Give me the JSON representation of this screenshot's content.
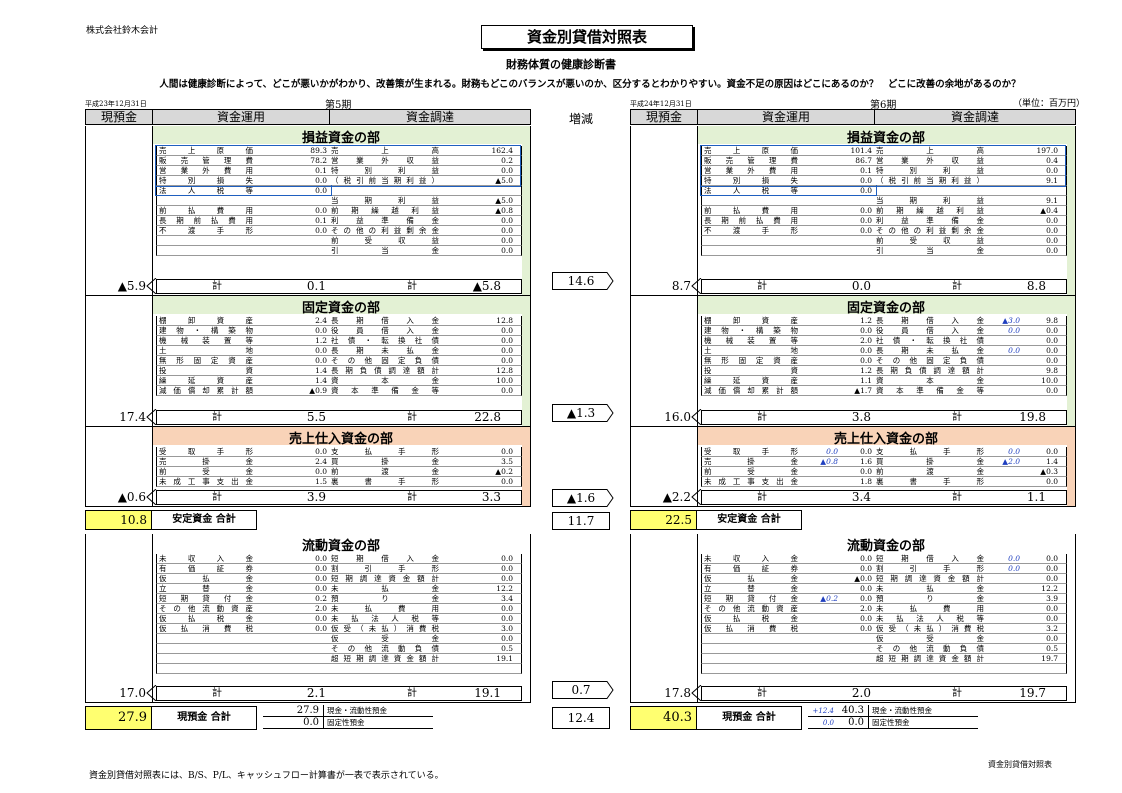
{
  "company": "株式会社鈴木会計",
  "title": "資金別貸借対照表",
  "subtitle": "財務体質の健康診断書",
  "intro": "人間は健康診断によって、どこが悪いかがわかり、改善策が生まれる。財務もどこのバランスが悪いのか、区分するとわかりやすい。資金不足の原因はどこにあるのか？　どこに改善の余地があるのか？",
  "footer_note": "資金別貸借対照表には、B/S、P/L、キャッシュフロー計算書が一表で表示されている。",
  "footer_right": "資金別貸借対照表",
  "unit": "（単位：百万円）",
  "headers": {
    "cash": "現預金",
    "use": "資金運用",
    "source": "資金調達",
    "change": "増減"
  },
  "sections": {
    "pl": "損益資金の部",
    "fixed": "固定資金の部",
    "sales": "売上仕入資金の部",
    "current": "流動資金の部"
  },
  "stable_label": "安定資金 合計",
  "cash_label": "現預金 合計",
  "calc": "計",
  "cash_summary_labels": [
    "現金・流動性預金",
    "固定性預金"
  ],
  "changes": {
    "pl": "14.6",
    "fixed": "▲1.3",
    "sales": "▲1.6",
    "stable": "11.7",
    "current": "0.7",
    "cash": "12.4"
  },
  "left": {
    "date": "平成23年12月31日",
    "period": "第5期",
    "pl_use": [
      [
        "売上原価",
        "89.3"
      ],
      [
        "販売管理費",
        "78.2"
      ],
      [
        "営業外費用",
        "0.1"
      ],
      [
        "特別損失",
        "0.0"
      ],
      [
        "法人税等",
        "0.0"
      ],
      [
        "",
        ""
      ],
      [
        "前払費用",
        "0.0"
      ],
      [
        "長期前払費用",
        "0.1"
      ],
      [
        "不渡手形",
        "0.0"
      ],
      [
        "",
        ""
      ],
      [
        "",
        ""
      ]
    ],
    "pl_src": [
      [
        "売上高",
        "162.4"
      ],
      [
        "営業外収益",
        "0.2"
      ],
      [
        "特別利益",
        "0.0"
      ],
      [
        "（税引前当期利益）",
        "▲5.0"
      ],
      [
        "",
        ""
      ],
      [
        "当期利益",
        "▲5.0"
      ],
      [
        "前期繰越利益",
        "▲0.8"
      ],
      [
        "利益準備金",
        "0.0"
      ],
      [
        "その他の利益剰余金",
        "0.0"
      ],
      [
        "前受収益",
        "0.0"
      ],
      [
        "引当金",
        "0.0"
      ]
    ],
    "pl_tot": {
      "cash": "▲5.9",
      "use": "0.1",
      "src": "▲5.8"
    },
    "fx_use": [
      [
        "棚卸資産",
        "2.4"
      ],
      [
        "建物・構築物",
        "0.0"
      ],
      [
        "機械装置等",
        "1.2"
      ],
      [
        "土地",
        "0.0"
      ],
      [
        "無形固定資産",
        "0.0"
      ],
      [
        "投資",
        "1.4"
      ],
      [
        "繰延資産",
        "1.4"
      ],
      [
        "減価償却累計額",
        "▲0.9"
      ]
    ],
    "fx_src": [
      [
        "長期借入金",
        "12.8"
      ],
      [
        "役員借入金",
        "0.0"
      ],
      [
        "社債・転換社債",
        "0.0"
      ],
      [
        "長期未払金",
        "0.0"
      ],
      [
        "その他固定負債",
        "0.0"
      ],
      [
        "長期負債調達額計",
        "12.8"
      ],
      [
        "資本金",
        "10.0"
      ],
      [
        "資本準備金等",
        "0.0"
      ]
    ],
    "fx_tot": {
      "cash": "17.4",
      "use": "5.5",
      "src": "22.8"
    },
    "sl_use": [
      [
        "受取手形",
        "0.0"
      ],
      [
        "売掛金",
        "2.4"
      ],
      [
        "前受金",
        "0.0"
      ],
      [
        "未成工事支出金",
        "1.5"
      ]
    ],
    "sl_src": [
      [
        "支払手形",
        "0.0"
      ],
      [
        "買掛金",
        "3.5"
      ],
      [
        "前渡金",
        "▲0.2"
      ],
      [
        "裏書手形",
        "0.0"
      ]
    ],
    "sl_tot": {
      "cash": "▲0.6",
      "use": "3.9",
      "src": "3.3"
    },
    "stable": "10.8",
    "cu_use": [
      [
        "未収入金",
        "0.0"
      ],
      [
        "有価証券",
        "0.0"
      ],
      [
        "仮払金",
        "0.0"
      ],
      [
        "立替金",
        "0.0"
      ],
      [
        "短期貸付金",
        "0.2"
      ],
      [
        "その他流動資産",
        "2.0"
      ],
      [
        "仮払税金",
        "0.0"
      ],
      [
        "仮払消費税",
        "0.0"
      ],
      [
        "",
        ""
      ],
      [
        "",
        ""
      ],
      [
        "",
        ""
      ],
      [
        "",
        ""
      ]
    ],
    "cu_src": [
      [
        "短期借入金",
        "0.0"
      ],
      [
        "割引手形",
        "0.0"
      ],
      [
        "短期調達資金額計",
        "0.0"
      ],
      [
        "未払金",
        "12.2"
      ],
      [
        "預り金",
        "3.4"
      ],
      [
        "未払費用",
        "0.0"
      ],
      [
        "未払法人税等",
        "0.0"
      ],
      [
        "仮受（未払）消費税",
        "3.0"
      ],
      [
        "仮受金",
        "0.0"
      ],
      [
        "その他流動負債",
        "0.5"
      ],
      [
        "超短期調達資金額計",
        "19.1"
      ],
      [
        "",
        ""
      ]
    ],
    "cu_tot": {
      "cash": "17.0",
      "use": "2.1",
      "src": "19.1"
    },
    "cash_total": "27.9",
    "cash_vals": [
      "27.9",
      "0.0"
    ]
  },
  "right": {
    "date": "平成24年12月31日",
    "period": "第6期",
    "pl_use": [
      [
        "売上原価",
        "101.4"
      ],
      [
        "販売管理費",
        "86.7"
      ],
      [
        "営業外費用",
        "0.1"
      ],
      [
        "特別損失",
        "0.0"
      ],
      [
        "法人税等",
        "0.0"
      ],
      [
        "",
        ""
      ],
      [
        "前払費用",
        "0.0"
      ],
      [
        "長期前払費用",
        "0.0"
      ],
      [
        "不渡手形",
        "0.0"
      ],
      [
        "",
        ""
      ],
      [
        "",
        ""
      ]
    ],
    "pl_src": [
      [
        "売上高",
        "197.0"
      ],
      [
        "営業外収益",
        "0.4"
      ],
      [
        "特別利益",
        "0.0"
      ],
      [
        "（税引前当期利益）",
        "9.1"
      ],
      [
        "",
        ""
      ],
      [
        "当期利益",
        "9.1"
      ],
      [
        "前期繰越利益",
        "▲0.4"
      ],
      [
        "利益準備金",
        "0.0"
      ],
      [
        "その他の利益剰余金",
        "0.0"
      ],
      [
        "前受収益",
        "0.0"
      ],
      [
        "引当金",
        "0.0"
      ]
    ],
    "pl_tot": {
      "cash": "8.7",
      "use": "0.0",
      "src": "8.8"
    },
    "fx_use": [
      [
        "棚卸資産",
        "1.2"
      ],
      [
        "建物・構築物",
        "0.0"
      ],
      [
        "機械装置等",
        "2.0"
      ],
      [
        "土地",
        "0.0"
      ],
      [
        "無形固定資産",
        "0.0"
      ],
      [
        "投資",
        "1.2"
      ],
      [
        "繰延資産",
        "1.1"
      ],
      [
        "減価償却累計額",
        "▲1.7"
      ]
    ],
    "fx_src": [
      [
        "長期借入金",
        "9.8"
      ],
      [
        "役員借入金",
        "0.0"
      ],
      [
        "社債・転換社債",
        "0.0"
      ],
      [
        "長期未払金",
        "0.0"
      ],
      [
        "その他固定負債",
        "0.0"
      ],
      [
        "長期負債調達額計",
        "9.8"
      ],
      [
        "資本金",
        "10.0"
      ],
      [
        "資本準備金等",
        "0.0"
      ]
    ],
    "fx_src_note": [
      "▲3.0",
      "0.0",
      "",
      "0.0",
      "",
      "",
      "",
      ""
    ],
    "fx_tot": {
      "cash": "16.0",
      "use": "3.8",
      "src": "19.8"
    },
    "sl_use": [
      [
        "受取手形",
        "0.0"
      ],
      [
        "売掛金",
        "1.6"
      ],
      [
        "前受金",
        "0.0"
      ],
      [
        "未成工事支出金",
        "1.8"
      ]
    ],
    "sl_use_note": [
      "0.0",
      "▲0.8",
      "",
      ""
    ],
    "sl_src": [
      [
        "支払手形",
        "0.0"
      ],
      [
        "買掛金",
        "1.4"
      ],
      [
        "前渡金",
        "▲0.3"
      ],
      [
        "裏書手形",
        "0.0"
      ]
    ],
    "sl_src_note": [
      "0.0",
      "▲2.0",
      "",
      ""
    ],
    "sl_tot": {
      "cash": "▲2.2",
      "use": "3.4",
      "src": "1.1"
    },
    "stable": "22.5",
    "cu_use": [
      [
        "未収入金",
        "0.0"
      ],
      [
        "有価証券",
        "0.0"
      ],
      [
        "仮払金",
        "▲0.0"
      ],
      [
        "立替金",
        "0.0"
      ],
      [
        "短期貸付金",
        "0.0"
      ],
      [
        "その他流動資産",
        "2.0"
      ],
      [
        "仮払税金",
        "0.0"
      ],
      [
        "仮払消費税",
        "0.0"
      ],
      [
        "",
        ""
      ],
      [
        "",
        ""
      ],
      [
        "",
        ""
      ],
      [
        "",
        ""
      ]
    ],
    "cu_use_note": [
      "",
      "",
      "",
      "",
      "▲0.2",
      "",
      "",
      "",
      "",
      "",
      "",
      ""
    ],
    "cu_src": [
      [
        "短期借入金",
        "0.0"
      ],
      [
        "割引手形",
        "0.0"
      ],
      [
        "短期調達資金額計",
        "0.0"
      ],
      [
        "未払金",
        "12.2"
      ],
      [
        "預り金",
        "3.9"
      ],
      [
        "未払費用",
        "0.0"
      ],
      [
        "未払法人税等",
        "0.0"
      ],
      [
        "仮受（未払）消費税",
        "3.2"
      ],
      [
        "仮受金",
        "0.0"
      ],
      [
        "その他流動負債",
        "0.5"
      ],
      [
        "超短期調達資金額計",
        "19.7"
      ],
      [
        "",
        ""
      ]
    ],
    "cu_src_note": [
      "0.0",
      "0.0",
      "",
      "",
      "",
      "",
      "",
      "",
      "",
      "",
      "",
      ""
    ],
    "cu_tot": {
      "cash": "17.8",
      "use": "2.0",
      "src": "19.7"
    },
    "cash_total": "40.3",
    "cash_vals": [
      "40.3",
      "0.0"
    ],
    "cash_notes": [
      "+12.4",
      "0.0"
    ]
  }
}
